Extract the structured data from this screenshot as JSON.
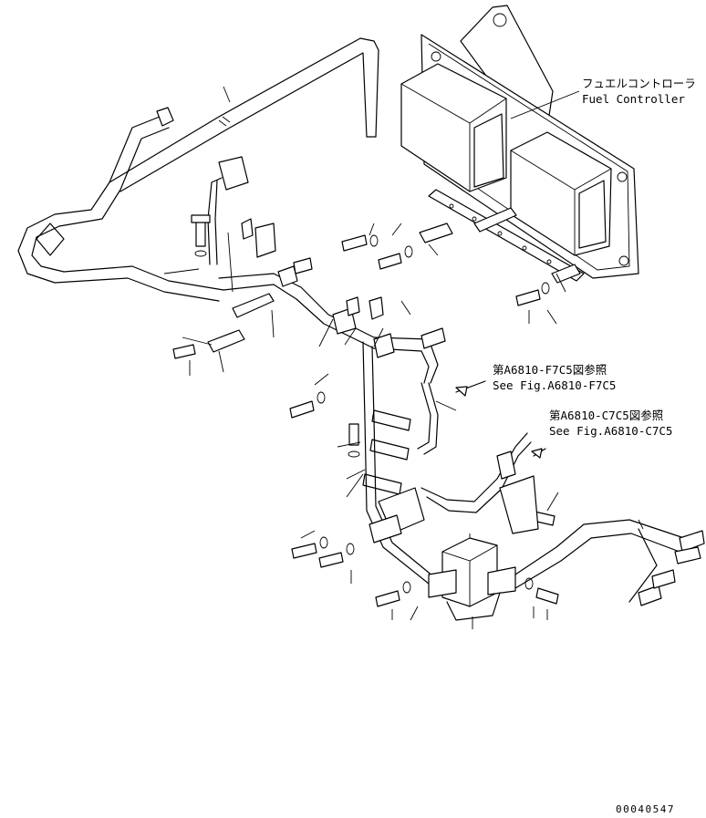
{
  "callouts": {
    "fuel_controller_jp": "フュエルコントローラ",
    "fuel_controller_en": "Fuel Controller",
    "ref1_jp": "第A6810-F7C5図参照",
    "ref1_en": "See Fig.A6810-F7C5",
    "ref2_jp": "第A6810-C7C5図参照",
    "ref2_en": "See Fig.A6810-C7C5"
  },
  "drawing_number": "00040547"
}
